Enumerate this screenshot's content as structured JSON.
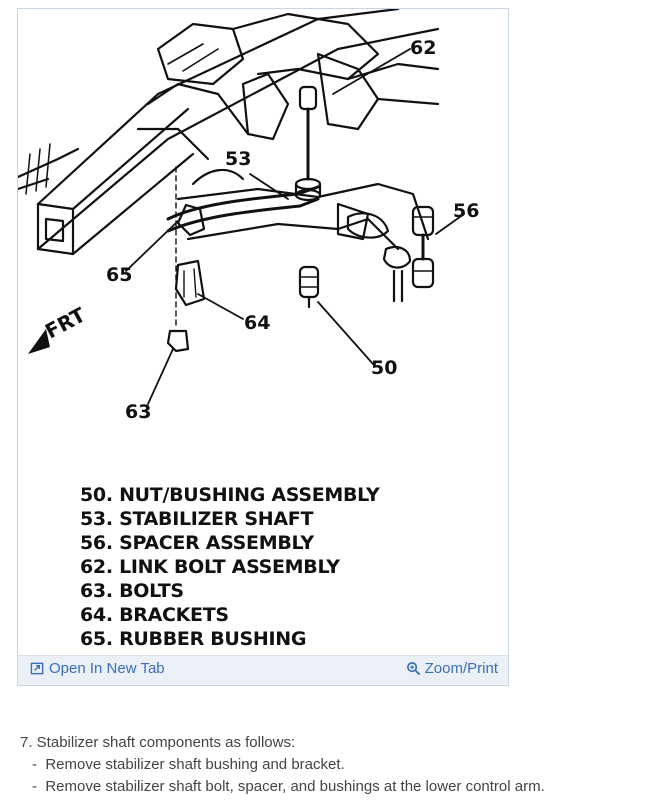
{
  "diagram": {
    "callouts": {
      "c62": "62",
      "c53": "53",
      "c56": "56",
      "c65": "65",
      "c64": "64",
      "c50": "50",
      "c63": "63",
      "frt": "FRT"
    }
  },
  "legend": {
    "items": [
      "50. NUT/BUSHING ASSEMBLY",
      "53. STABILIZER SHAFT",
      "56. SPACER ASSEMBLY",
      "62. LINK BOLT ASSEMBLY",
      "63. BOLTS",
      "64. BRACKETS",
      "65. RUBBER BUSHING"
    ]
  },
  "toolbar": {
    "open_label": "Open In New Tab",
    "zoom_label": "Zoom/Print",
    "open_icon": "open-in-new-tab-icon",
    "zoom_icon": "zoom-icon"
  },
  "instructions": {
    "step": "7. Stabilizer shaft components as follows:",
    "substeps": [
      "Remove stabilizer shaft bushing and bracket.",
      "Remove stabilizer shaft bolt, spacer, and bushings at the lower control arm."
    ]
  },
  "colors": {
    "link": "#3b6fb6",
    "toolbar_bg": "#eaf0f6",
    "frame_border": "#c9d6e3",
    "ink": "#111111"
  }
}
